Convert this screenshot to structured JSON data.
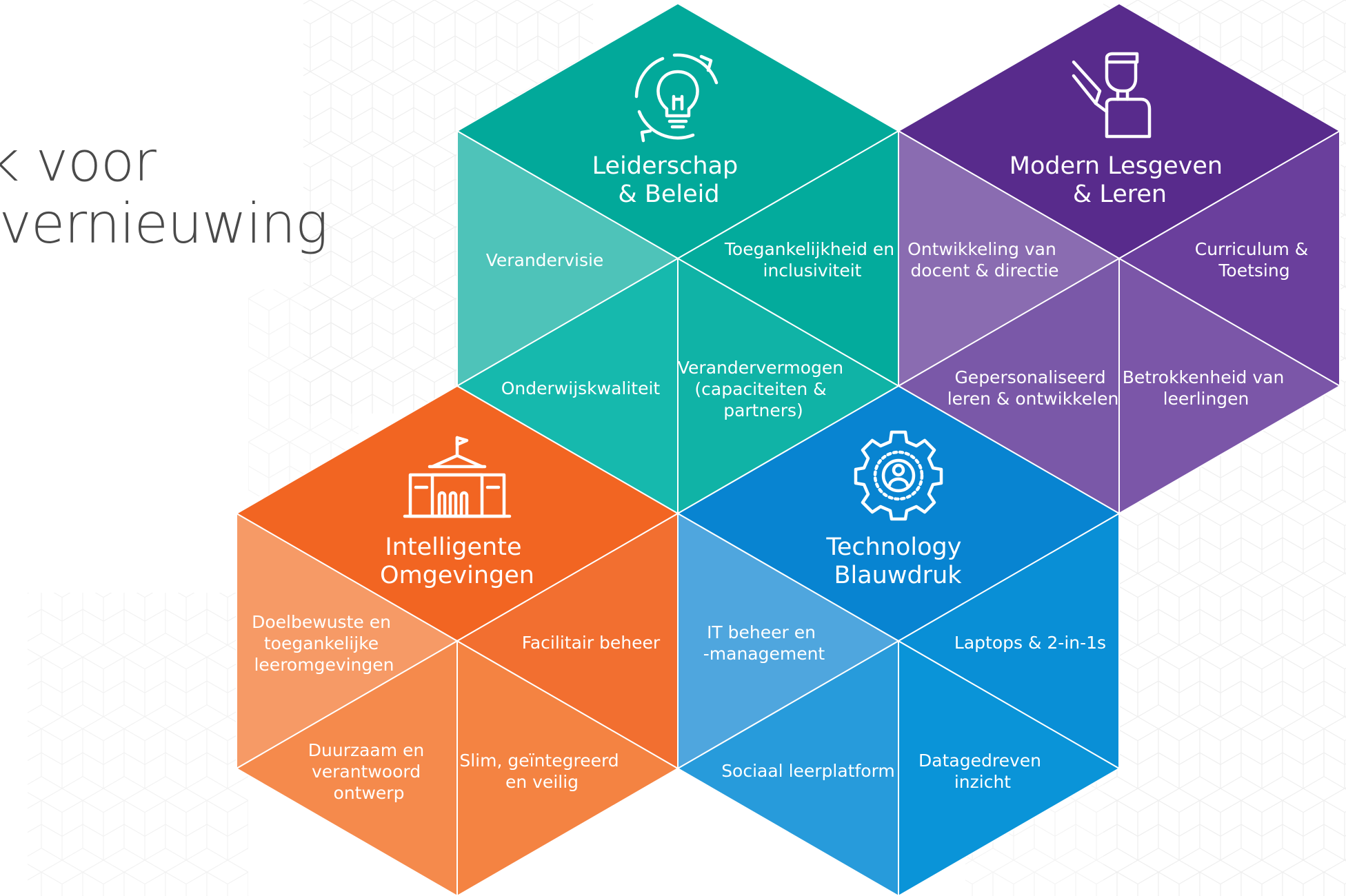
{
  "title": {
    "line1": "k voor",
    "line2": "svernieuwing"
  },
  "colors": {
    "teal": "#02ab9b",
    "purple": "#5b2d91",
    "orange": "#f26726",
    "blue": "#0a86d4"
  },
  "hexagons": {
    "leiderschap": {
      "icon": "lightbulb-cycle-icon",
      "title": [
        "Leiderschap",
        "& Beleid"
      ],
      "segments": {
        "left": [
          "Verandervisie"
        ],
        "right": [
          "Toegankelijkheid en",
          "inclusiviteit"
        ],
        "bottom_left": [
          "Onderwijskwaliteit"
        ],
        "bottom_right": [
          "Verandervermogen",
          "(capaciteiten &",
          "partners)"
        ]
      }
    },
    "lesgeven": {
      "icon": "teacher-icon",
      "title": [
        "Modern Lesgeven",
        "& Leren"
      ],
      "segments": {
        "left": [
          "Ontwikkeling van",
          "docent & directie"
        ],
        "right": [
          "Curriculum &",
          "Toetsing"
        ],
        "bottom_left": [
          "Gepersonaliseerd",
          "leren & ontwikkelen"
        ],
        "bottom_right": [
          "Betrokkenheid van",
          "leerlingen"
        ]
      }
    },
    "omgevingen": {
      "icon": "school-building-icon",
      "title": [
        "Intelligente",
        "Omgevingen"
      ],
      "segments": {
        "left": [
          "Doelbewuste en",
          "toegankelijke",
          "leeromgevingen"
        ],
        "right": [
          "Facilitair beheer"
        ],
        "bottom_left": [
          "Duurzaam en",
          "verantwoord",
          "ontwerp"
        ],
        "bottom_right": [
          "Slim, geïntegreerd",
          "en veilig"
        ]
      }
    },
    "technology": {
      "icon": "gear-person-icon",
      "title": [
        "Technology",
        "Blauwdruk"
      ],
      "segments": {
        "left": [
          "IT beheer en",
          "-management"
        ],
        "right": [
          "Laptops & 2-in-1s"
        ],
        "bottom_left": [
          "Sociaal leerplatform"
        ],
        "bottom_right": [
          "Datagedreven",
          "inzicht"
        ]
      }
    }
  }
}
